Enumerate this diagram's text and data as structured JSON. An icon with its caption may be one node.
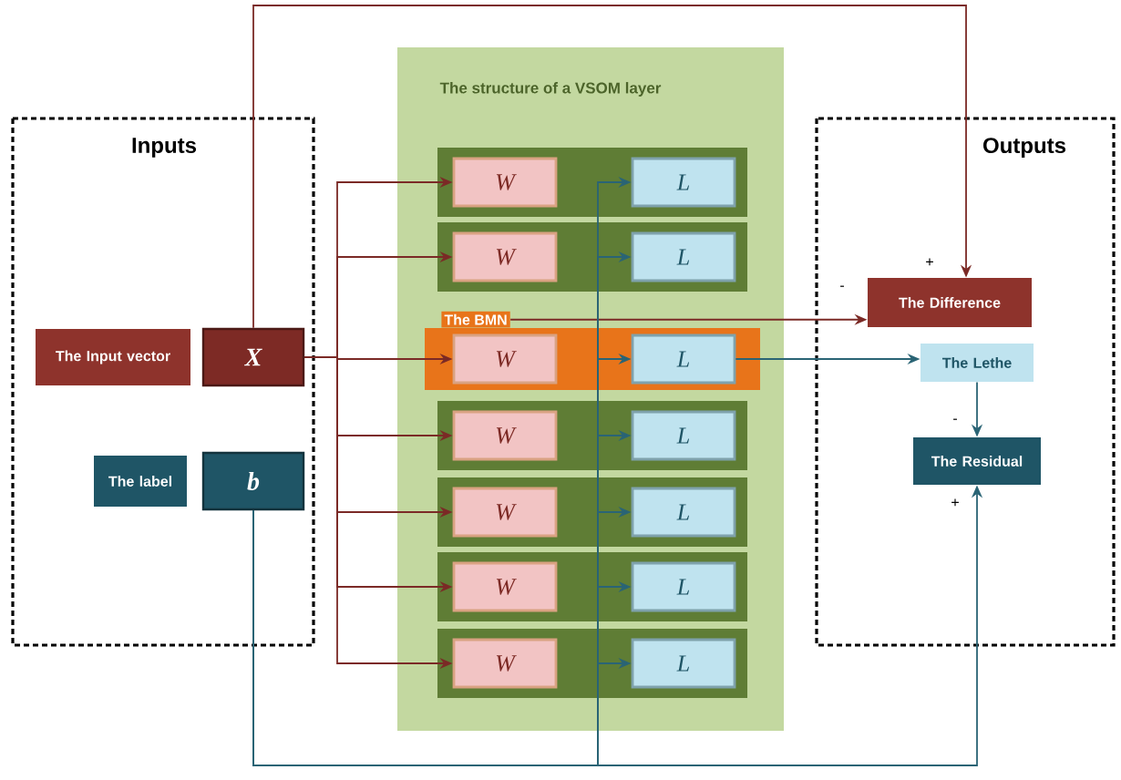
{
  "diagram": {
    "nodes": [
      {
        "text": [
          "Inputs"
        ]
      },
      {
        "text": [
          "The Input vector"
        ],
        "in": 0
      },
      {
        "text": [
          "X"
        ],
        "in": 0
      },
      {
        "text": [
          "The label"
        ],
        "in": 0
      },
      {
        "text": [
          "b"
        ],
        "in": 0
      },
      {
        "text": [
          "The structure of a VSOM layer"
        ]
      },
      {
        "text": [
          "The BMN"
        ],
        "in": 5
      },
      {
        "text": [
          "W"
        ],
        "in": 5
      },
      {
        "text": [
          "L"
        ],
        "in": 5
      },
      {
        "text": [
          "W"
        ],
        "in": 5
      },
      {
        "text": [
          "L"
        ],
        "in": 5
      },
      {
        "text": [
          "W"
        ],
        "in": 6
      },
      {
        "text": [
          "L"
        ],
        "in": 6
      },
      {
        "text": [
          "W"
        ],
        "in": 5
      },
      {
        "text": [
          "L"
        ],
        "in": 5
      },
      {
        "text": [
          "W"
        ],
        "in": 5
      },
      {
        "text": [
          "L"
        ],
        "in": 5
      },
      {
        "text": [
          "W"
        ],
        "in": 5
      },
      {
        "text": [
          "L"
        ],
        "in": 5
      },
      {
        "text": [
          "W"
        ],
        "in": 5
      },
      {
        "text": [
          "L"
        ],
        "in": 5
      },
      {
        "text": [
          "Outputs"
        ]
      },
      {
        "text": [
          "The Difference"
        ],
        "in": 21
      },
      {
        "text": [
          "The Lethe"
        ],
        "in": 21
      },
      {
        "text": [
          "The Residual"
        ],
        "in": 21
      }
    ],
    "edges": [
      {
        "from": 2,
        "to": 7,
        "arrow": "to",
        "color": "#7b2a26"
      },
      {
        "from": 2,
        "to": 9,
        "arrow": "to",
        "color": "#7b2a26"
      },
      {
        "from": 2,
        "to": 11,
        "arrow": "to",
        "color": "#7b2a26"
      },
      {
        "from": 2,
        "to": 13,
        "arrow": "to",
        "color": "#7b2a26"
      },
      {
        "from": 2,
        "to": 15,
        "arrow": "to",
        "color": "#7b2a26"
      },
      {
        "from": 2,
        "to": 17,
        "arrow": "to",
        "color": "#7b2a26"
      },
      {
        "from": 2,
        "to": 19,
        "arrow": "to",
        "color": "#7b2a26"
      },
      {
        "from": 2,
        "to": 22,
        "arrow": "to",
        "label": "+",
        "color": "#7b2a26"
      },
      {
        "from": 6,
        "to": 22,
        "arrow": "to",
        "label": "-",
        "color": "#7b2a26"
      },
      {
        "from": 12,
        "to": 23,
        "arrow": "to"
      },
      {
        "from": 23,
        "to": 24,
        "arrow": "to",
        "label": "-"
      },
      {
        "from": 4,
        "to": 8,
        "arrow": "to"
      },
      {
        "from": 4,
        "to": 10,
        "arrow": "to"
      },
      {
        "from": 4,
        "to": 12,
        "arrow": "to"
      },
      {
        "from": 4,
        "to": 14,
        "arrow": "to"
      },
      {
        "from": 4,
        "to": 16,
        "arrow": "to"
      },
      {
        "from": 4,
        "to": 18,
        "arrow": "to"
      },
      {
        "from": 4,
        "to": 20,
        "arrow": "to"
      },
      {
        "from": 4,
        "to": 24,
        "arrow": "to",
        "label": "+"
      }
    ]
  }
}
